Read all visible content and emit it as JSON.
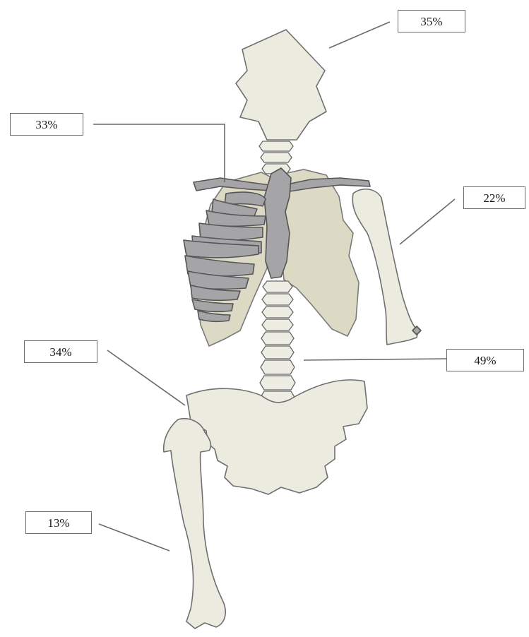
{
  "labels": {
    "skull": "35%",
    "ribs": "33%",
    "humerus": "22%",
    "hip": "34%",
    "spine": "49%",
    "femur": "13%"
  },
  "colors": {
    "bone_fill": "#ecebe0",
    "lung_fill": "#dcdac4",
    "highlight_fill": "#a5a5a8",
    "outline": "#6f6f6f"
  }
}
